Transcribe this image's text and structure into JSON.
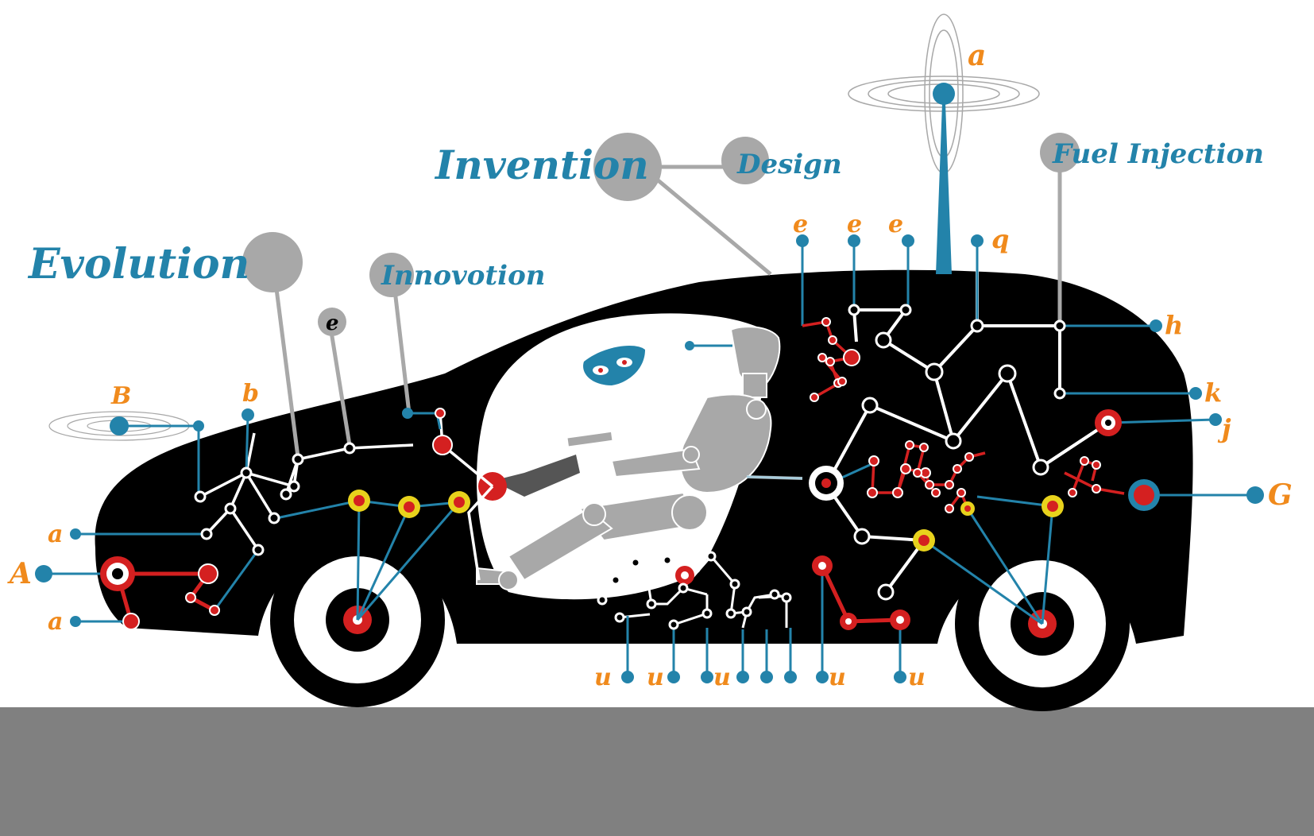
{
  "headings": {
    "evolution": "Evolution",
    "innovation": "Innovotion",
    "invention": "Invention",
    "design": "Design",
    "fuel_injection": "Fuel Injection",
    "e_tag": "e"
  },
  "labels": {
    "antenna_a": "a",
    "b_upper": "B",
    "b_lower": "b",
    "a_front_upper": "a",
    "a_front_mid": "A",
    "a_front_lower": "a",
    "e1": "e",
    "e2": "e",
    "e3": "e",
    "q": "q",
    "h": "h",
    "k": "k",
    "j": "j",
    "g": "G",
    "u1": "u",
    "u2": "u",
    "u3": "u",
    "u4": "u",
    "u5": "u"
  },
  "colors": {
    "blue": "#2383aa",
    "orange": "#f08a1c",
    "red": "#d42020",
    "gray": "#a8a8a8",
    "black": "#000000",
    "ground": "#808080",
    "yellow": "#e8d21c"
  }
}
